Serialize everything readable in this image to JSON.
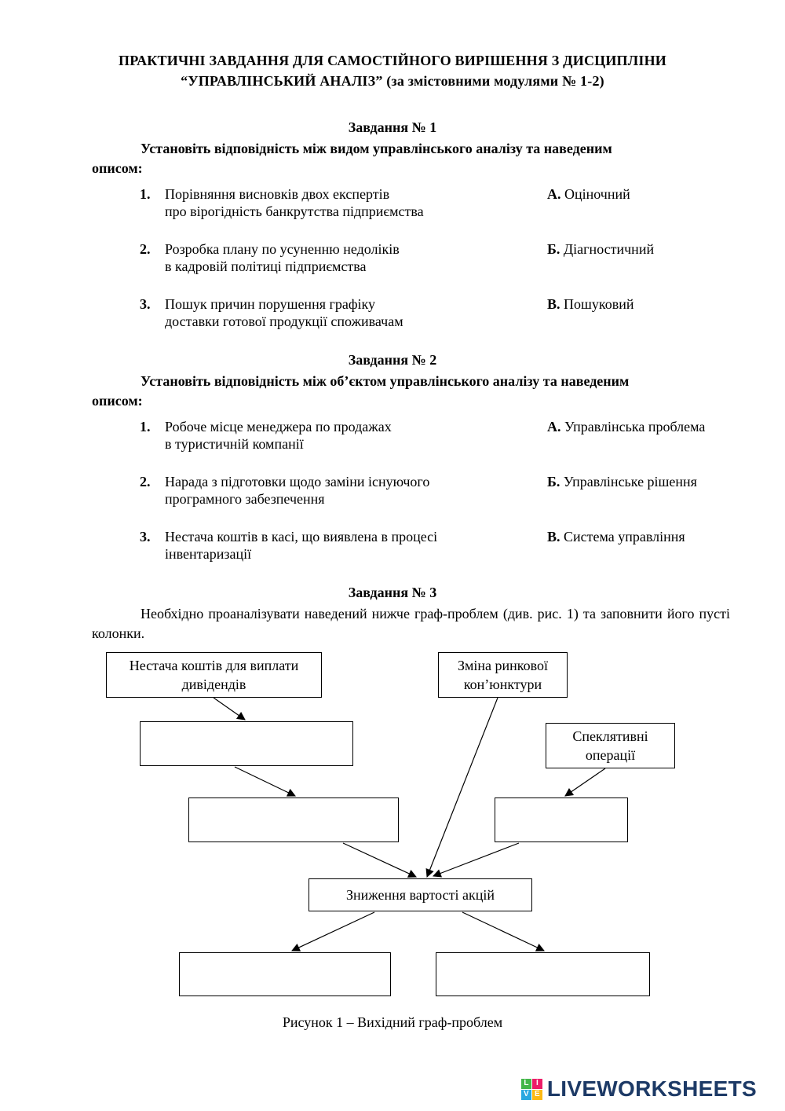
{
  "header": {
    "line1": "ПРАКТИЧНІ ЗАВДАННЯ ДЛЯ САМОСТІЙНОГО ВИРІШЕННЯ З ДИСЦИПЛІНИ",
    "line2": "“УПРАВЛІНСЬКИЙ АНАЛІЗ” (за змістовними модулями № 1-2)"
  },
  "task1": {
    "heading": "Завдання № 1",
    "intro_line1": "Установіть відповідність між видом управлінського аналізу та наведеним",
    "intro_line2": "описом:",
    "items": [
      {
        "num": "1.",
        "line1": "Порівняння висновків двох експертів",
        "line2": "про вірогідність банкрутства підприємства",
        "letter": "А.",
        "answer": "Оціночний"
      },
      {
        "num": "2.",
        "line1": "Розробка плану по усуненню недоліків",
        "line2": "в кадровій політиці підприємства",
        "letter": "Б.",
        "answer": "Діагностичний"
      },
      {
        "num": "3.",
        "line1": "Пошук причин порушення графіку",
        "line2": "доставки готової продукції споживачам",
        "letter": "В.",
        "answer": "Пошуковий"
      }
    ]
  },
  "task2": {
    "heading": "Завдання № 2",
    "intro_line1": "Установіть відповідність між об’єктом управлінського аналізу та наведеним",
    "intro_line2": "описом:",
    "items": [
      {
        "num": "1.",
        "line1": "Робоче місце менеджера по продажах",
        "line2": "в туристичній компанії",
        "letter": "А.",
        "answer": "Управлінська проблема"
      },
      {
        "num": "2.",
        "line1": "Нарада з підготовки щодо заміни існуючого",
        "line2": "програмного забезпечення",
        "letter": "Б.",
        "answer": "Управлінське рішення"
      },
      {
        "num": "3.",
        "line1": "Нестача коштів в касі, що виявлена в процесі",
        "line2": "інвентаризації",
        "letter": "В.",
        "answer": "Система управління"
      }
    ]
  },
  "task3": {
    "heading": "Завдання № 3",
    "body": "Необхідно проаналізувати наведений нижче граф-проблем (див. рис. 1) та заповнити його пусті колонки."
  },
  "diagram": {
    "box_dividends": "Нестача коштів для виплати дивідендів",
    "box_market": "Зміна ринкової кон’юнктури",
    "box_speculative": "Спеклятивні операції",
    "box_center": "Зниження вартості акцій",
    "caption": "Рисунок 1 – Вихідний граф-проблем"
  },
  "footer": {
    "brand": "LIVEWORKSHEETS",
    "logo_letters": [
      "L",
      "I",
      "V",
      "E"
    ],
    "logo_colors": [
      "#43b649",
      "#ec1c68",
      "#29a8e0",
      "#fdb913"
    ],
    "brand_color": "#1d3a66"
  }
}
